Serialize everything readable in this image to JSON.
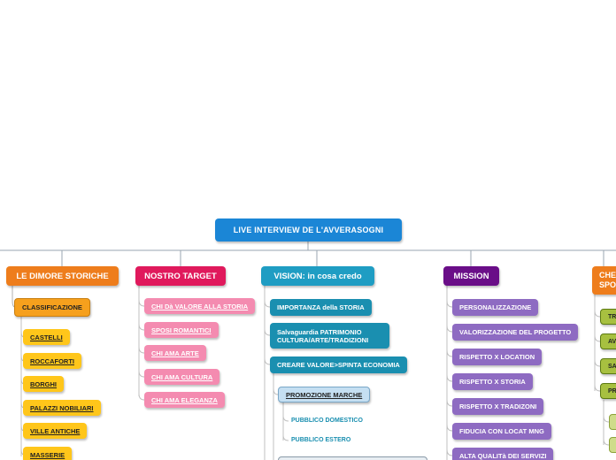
{
  "root": {
    "label": "LIVE INTERVIEW DE L'AVVERASOGNI"
  },
  "branches": {
    "dimore": {
      "title": "LE DIMORE STORICHE",
      "classification": "CLASSIFICAZIONE",
      "items": [
        "CASTELLI",
        "ROCCAFORTI",
        "BORGHI",
        "PALAZZI NOBILIARI",
        "VILLE ANTICHE",
        "MASSERIE"
      ]
    },
    "target": {
      "title": "NOSTRO TARGET",
      "items": [
        "CHI Dà VALORE ALLA STORIA",
        "SPOSI ROMANTICI",
        "CHI AMA ARTE",
        "CHI AMA CULTURA",
        "CHI AMA ELEGANZA"
      ]
    },
    "vision": {
      "title": "VISION: in cosa credo",
      "items": [
        "IMPORTANZA della STORIA",
        "Salvaguardia PATRIMONIO",
        "CULTURA/ARTE/TRADIZIONI",
        "CREARE VALORE>SPINTA ECONOMIA"
      ],
      "promo": "PROMOZIONE MARCHE",
      "promo_items": [
        "PUBBLICO DOMESTICO",
        "PUBBLICO ESTERO"
      ]
    },
    "mission": {
      "title": "MISSION",
      "items": [
        "PERSONALIZZAZIONE",
        "VALORIZZAZIONE DEL PROGETTO",
        "RISPETTO X LOCATION",
        "RISPETTO X STORIA",
        "RISPETTO X TRADIZONI",
        "FIDUCIA CON LOCAT MNG",
        "ALTA QUALITà DEI SERVIZI"
      ]
    },
    "che": {
      "title_line1": "CHE",
      "title_line2": "SPO",
      "items": [
        "TR",
        "AV",
        "SA",
        "PR"
      ]
    }
  },
  "colors": {
    "root": "#1b86d6",
    "dimore": "#ee7d1c",
    "dimore_class": "#f6a01d",
    "dimore_item": "#ffc61a",
    "target": "#e0195c",
    "target_item": "#f48bb0",
    "vision": "#1f9dc3",
    "vision_item": "#1a8fb0",
    "promo": "#c5dff2",
    "mission": "#6a0e88",
    "mission_item": "#8e6bc2",
    "che": "#ee7d1c",
    "che_item": "#a7c040",
    "che_sub": "#cfdc8a"
  }
}
